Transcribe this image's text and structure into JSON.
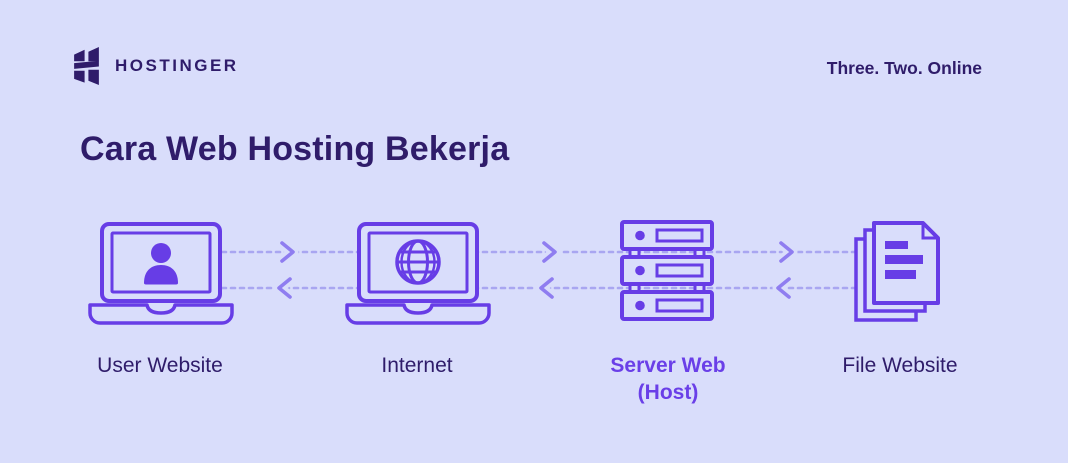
{
  "header": {
    "brand": "HOSTINGER",
    "tagline": "Three. Two. Online"
  },
  "title": "Cara Web Hosting Bekerja",
  "diagram": {
    "nodes": [
      {
        "label": "User Website",
        "icon": "laptop-user-icon"
      },
      {
        "label": "Internet",
        "icon": "laptop-globe-icon"
      },
      {
        "label": "Server Web",
        "label_line2": "(Host)",
        "icon": "server-stack-icon",
        "emphasized": true
      },
      {
        "label": "File Website",
        "icon": "document-stack-icon"
      }
    ],
    "arrows": {
      "style": "dashed",
      "top_row_direction": "right",
      "bottom_row_direction": "left"
    }
  },
  "colors": {
    "background": "#d9ddfb",
    "brand_purple": "#673de6",
    "dark_text": "#2f1c6a",
    "dash_line": "#a9a6f1",
    "chevron": "#8f7df0",
    "highlight_label": "#6a3fe8"
  }
}
